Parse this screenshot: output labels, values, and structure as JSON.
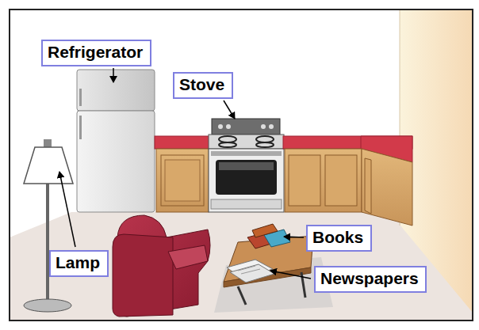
{
  "diagram": {
    "nodes": [
      {
        "text": [
          "Refrigerator"
        ]
      },
      {
        "text": [
          "Stove"
        ]
      },
      {
        "text": [
          "Lamp"
        ]
      },
      {
        "text": [
          "Books"
        ]
      },
      {
        "text": [
          "Newspapers"
        ]
      }
    ]
  }
}
